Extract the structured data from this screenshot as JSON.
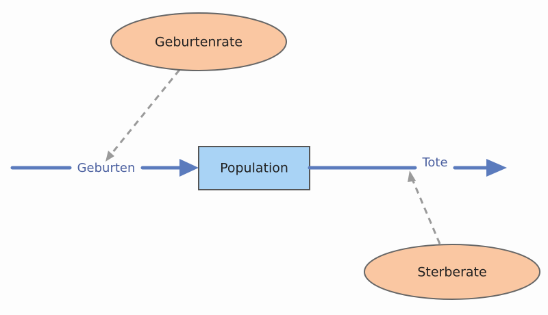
{
  "diagram": {
    "stock": {
      "label": "Population"
    },
    "inflow": {
      "label": "Geburten"
    },
    "outflow": {
      "label": "Tote"
    },
    "converters": {
      "birth_rate": {
        "label": "Geburtenrate"
      },
      "death_rate": {
        "label": "Sterberate"
      }
    }
  },
  "colors": {
    "background": "#fdfdfd",
    "flow": "#5b7bbd",
    "stock_fill": "#a9d3f5",
    "stock_stroke": "#555555",
    "converter_fill": "#fac7a2",
    "converter_stroke": "#666666",
    "dependency": "#9a9a9a"
  }
}
